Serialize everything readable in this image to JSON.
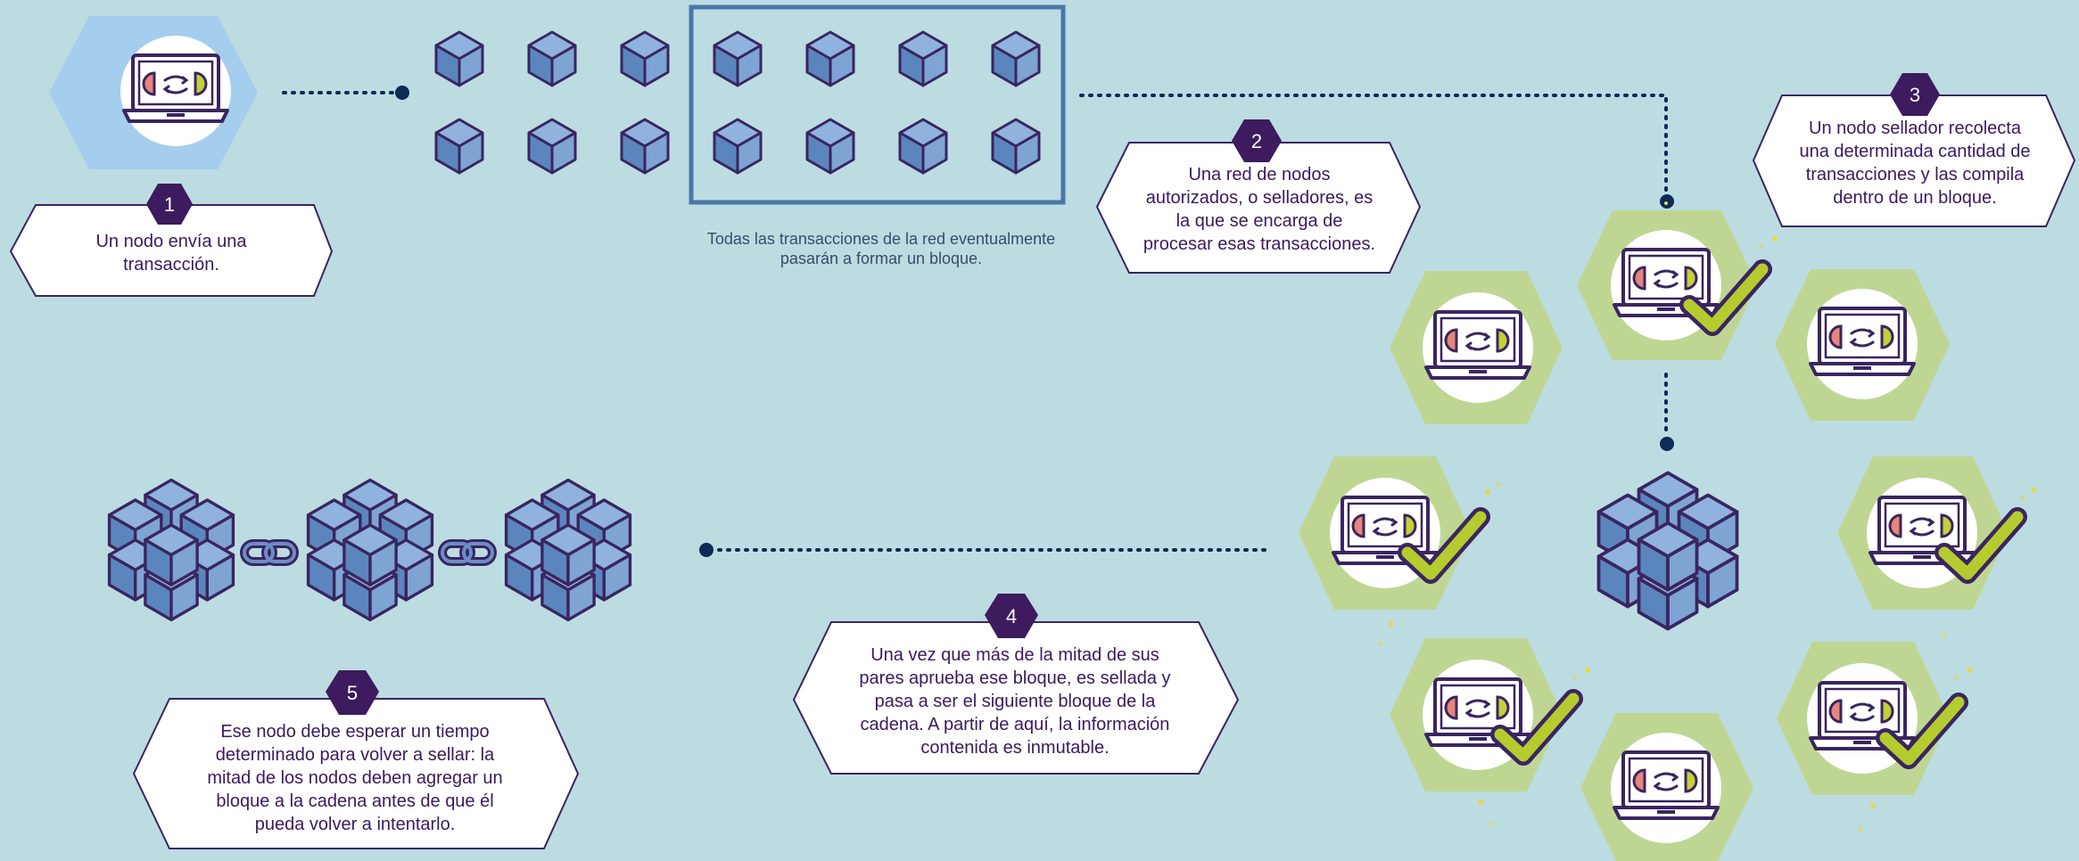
{
  "steps": [
    {
      "number": "1",
      "lines": [
        "Un nodo envía una",
        "transacción."
      ]
    },
    {
      "number": "2",
      "lines": [
        "Una red de nodos",
        "autorizados, o selladores, es",
        "la que se encarga de",
        "procesar esas transacciones."
      ]
    },
    {
      "number": "3",
      "lines": [
        "Un nodo sellador recolecta",
        "una determinada cantidad de",
        "transacciones y las compila",
        "dentro de un bloque."
      ]
    },
    {
      "number": "4",
      "lines": [
        "Una vez que más de la mitad de sus",
        "pares aprueba ese bloque, es sellada y",
        "pasa a ser el siguiente bloque de la",
        "cadena. A partir de aquí, la información",
        "contenida es inmutable."
      ]
    },
    {
      "number": "5",
      "lines": [
        "Ese nodo debe esperar un tiempo",
        "determinado para volver a sellar: la",
        "mitad de los nodos deben agregar un",
        "bloque a la cadena antes de que él",
        "pueda volver a intentarlo."
      ]
    }
  ],
  "pool_note": [
    "Todas las transacciones de la red eventualmente",
    "pasarán a formar un bloque."
  ],
  "colors": {
    "background": "#bcdce2",
    "sender_hex": "#a4cdee",
    "node_hex": "#bfd693",
    "cube_light": "#8fb3de",
    "cube_dark": "#5b86bd",
    "outline": "#3a2560",
    "badge": "#3d1b5e",
    "check": "#b5cc2e",
    "pool_frame": "#4978a8",
    "dots": "#0e2a57"
  },
  "icons": [
    "laptop-icon",
    "cube-icon",
    "check-icon",
    "chain-link-icon"
  ]
}
